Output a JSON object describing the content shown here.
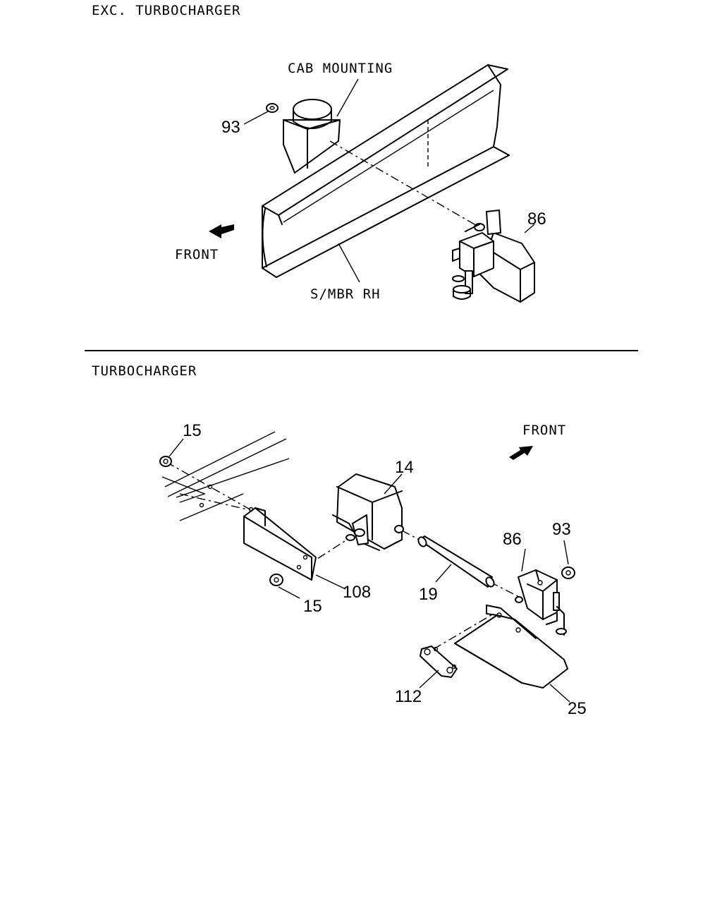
{
  "sections": {
    "top": {
      "title": "EXC. TURBOCHARGER",
      "labels": {
        "cab_mounting": "CAB MOUNTING",
        "front": "FRONT",
        "side_member": "S/MBR RH"
      },
      "callouts": {
        "nut": "93",
        "bracket": "86"
      }
    },
    "bottom": {
      "title": "TURBOCHARGER",
      "labels": {
        "front": "FRONT"
      },
      "callouts": {
        "nut_top": "15",
        "nut_bottom": "15",
        "module": "14",
        "bracket_plate": "108",
        "tube": "19",
        "bracket": "86",
        "nut": "93",
        "clip": "112",
        "cover": "25"
      }
    }
  }
}
